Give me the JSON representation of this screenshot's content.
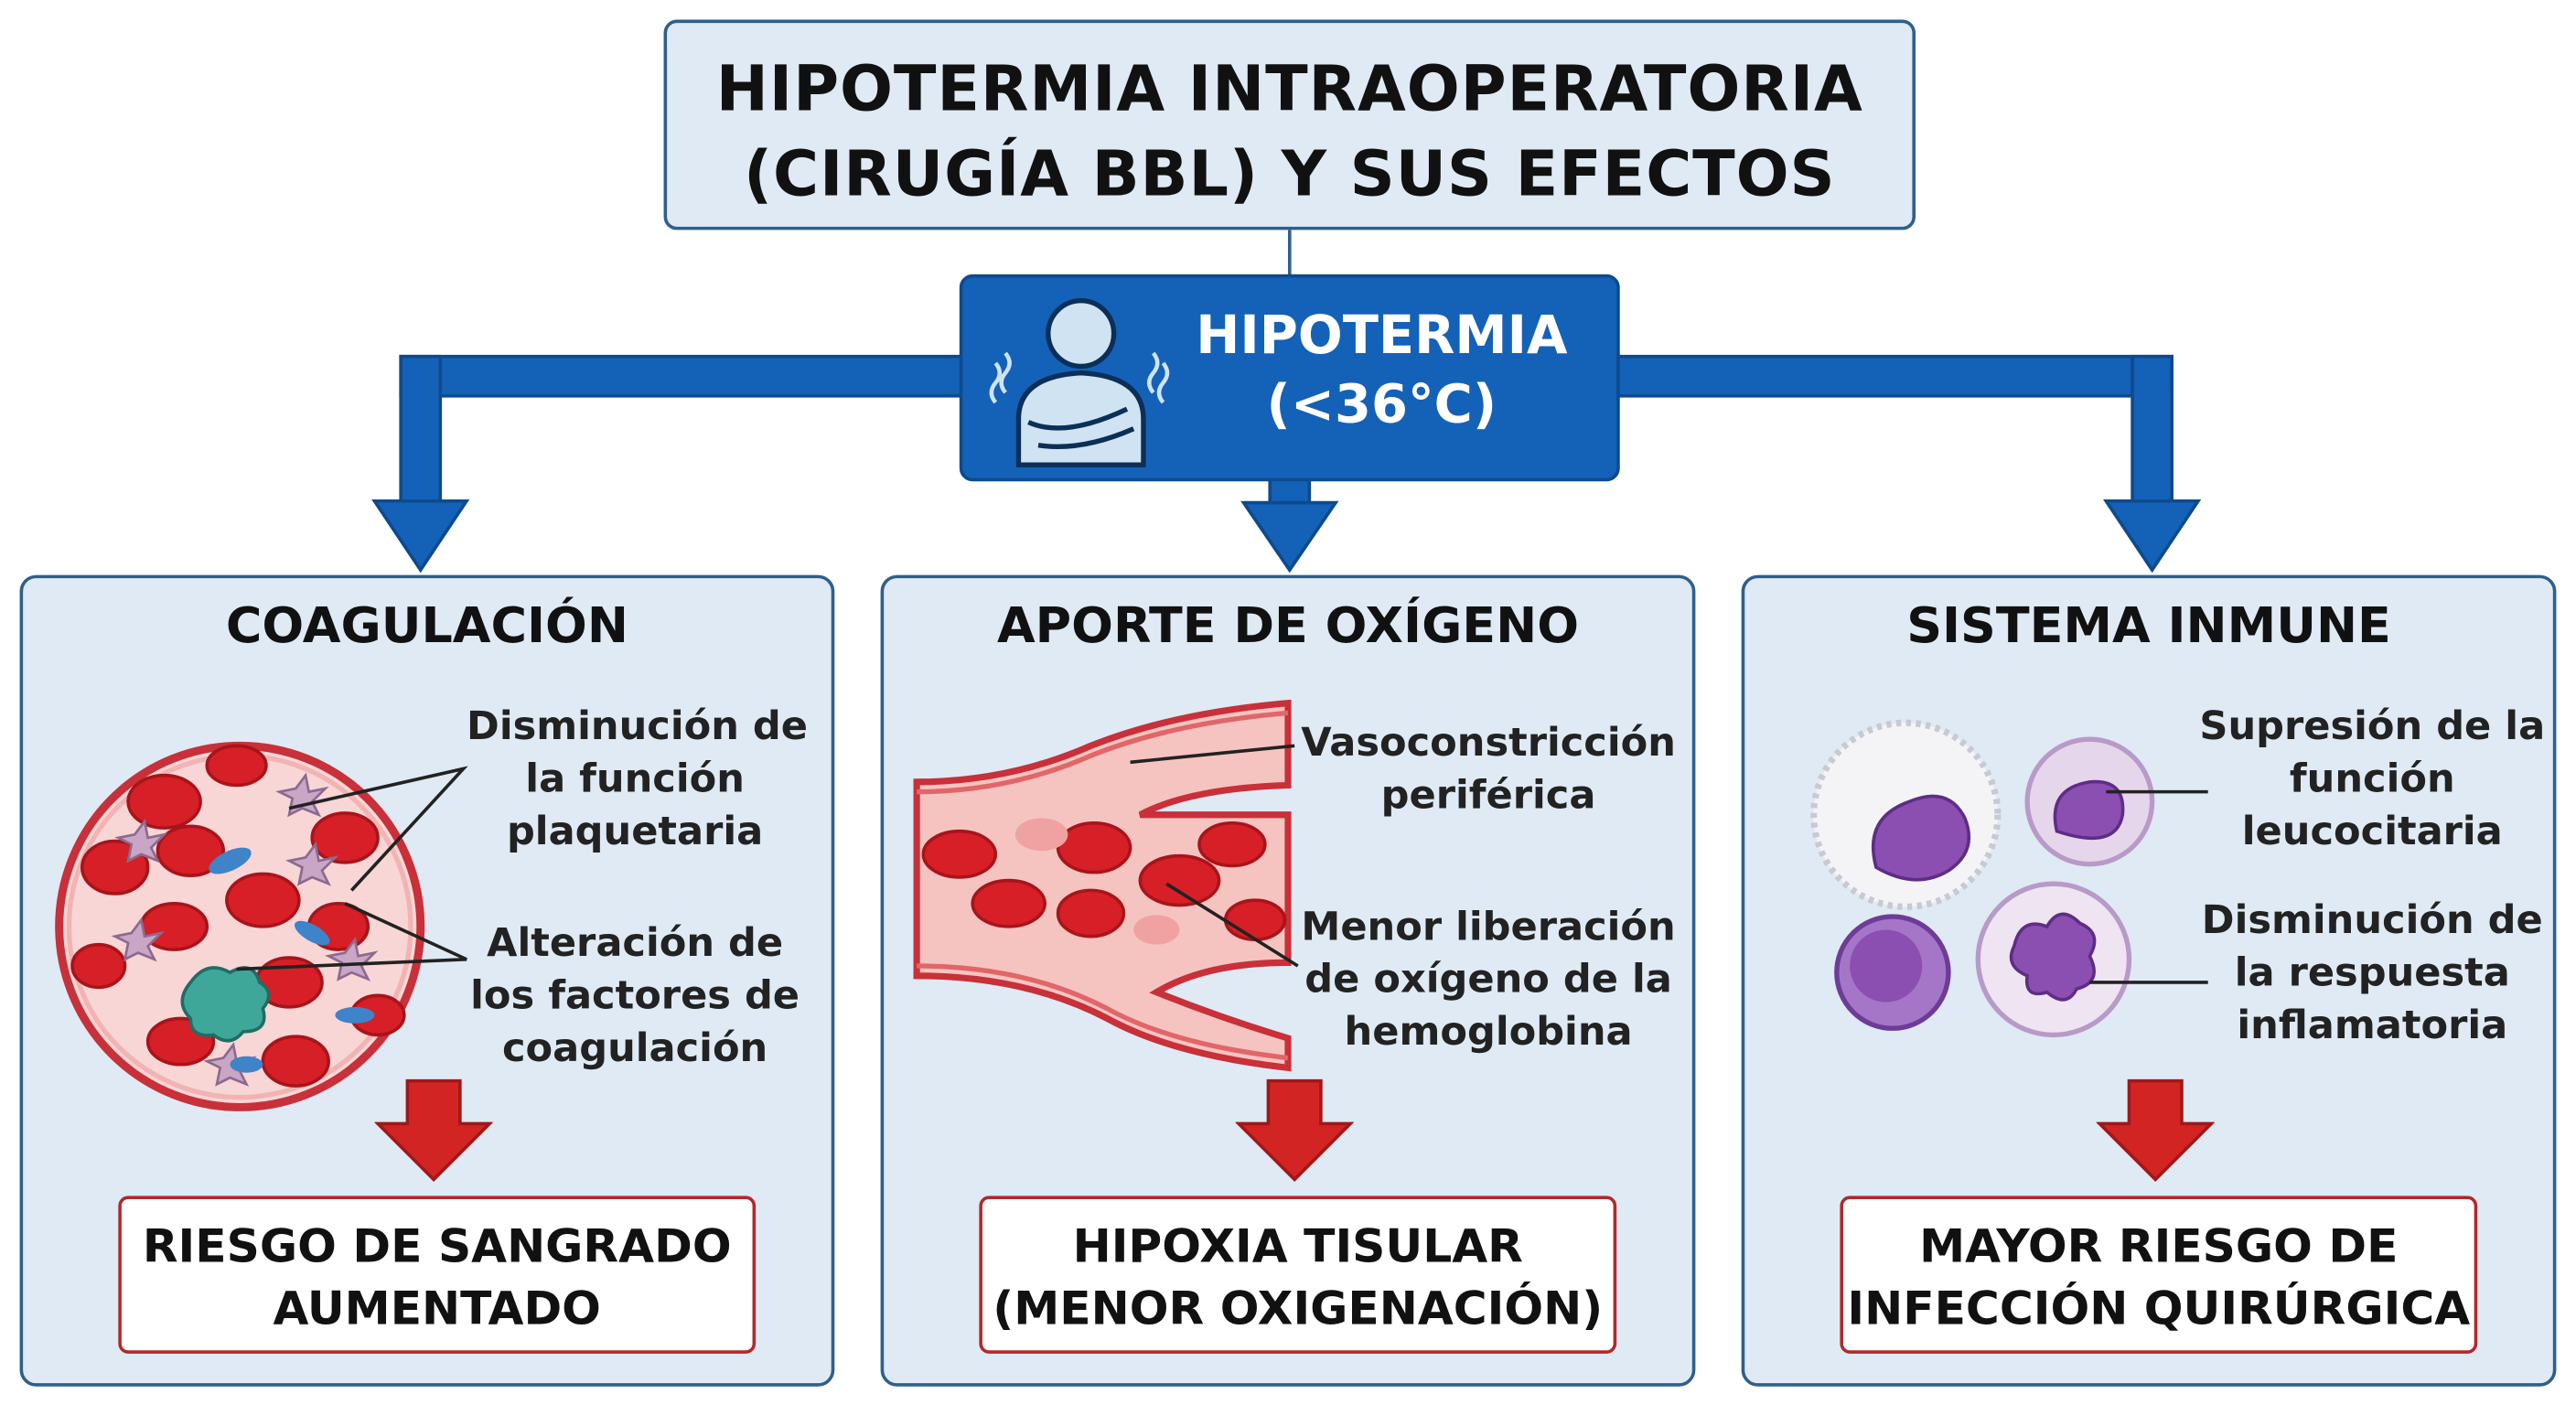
{
  "title": {
    "line1": "HIPOTERMIA INTRAOPERATORIA",
    "line2": "(CIRUGÍA BBL) Y SUS EFECTOS"
  },
  "center": {
    "label": "HIPOTERMIA",
    "temp": "(<36°C)",
    "icon": "cold-person-icon"
  },
  "panels": [
    {
      "title": "COAGULACIÓN",
      "icon": "blood-cells-icon",
      "labels": [
        [
          "Disminución de",
          "la función",
          "plaquetaria"
        ],
        [
          "Alteración de",
          "los factores de",
          "coagulación"
        ]
      ],
      "result": [
        "RIESGO DE SANGRADO",
        "AUMENTADO"
      ]
    },
    {
      "title": "APORTE DE OXÍGENO",
      "icon": "blood-vessel-icon",
      "labels": [
        [
          "Vasoconstricción",
          "periférica"
        ],
        [
          "Menor liberación",
          "de oxígeno de la",
          "hemoglobina"
        ]
      ],
      "result": [
        "HIPOXIA TISULAR",
        "(MENOR OXIGENACIÓN)"
      ]
    },
    {
      "title": "SISTEMA INMUNE",
      "icon": "leukocytes-icon",
      "labels": [
        [
          "Supresión de la",
          "función",
          "leucocitaria"
        ],
        [
          "Disminución de",
          "la respuesta",
          "inflamatoria"
        ]
      ],
      "result": [
        "MAYOR RIESGO DE",
        "INFECCIÓN QUIRÚRGICA"
      ]
    }
  ],
  "colors": {
    "accent_blue": "#1461b8",
    "panel_bg": "#dfeaf4",
    "arrow_red": "#d32424",
    "blood_red": "#d61f26"
  }
}
